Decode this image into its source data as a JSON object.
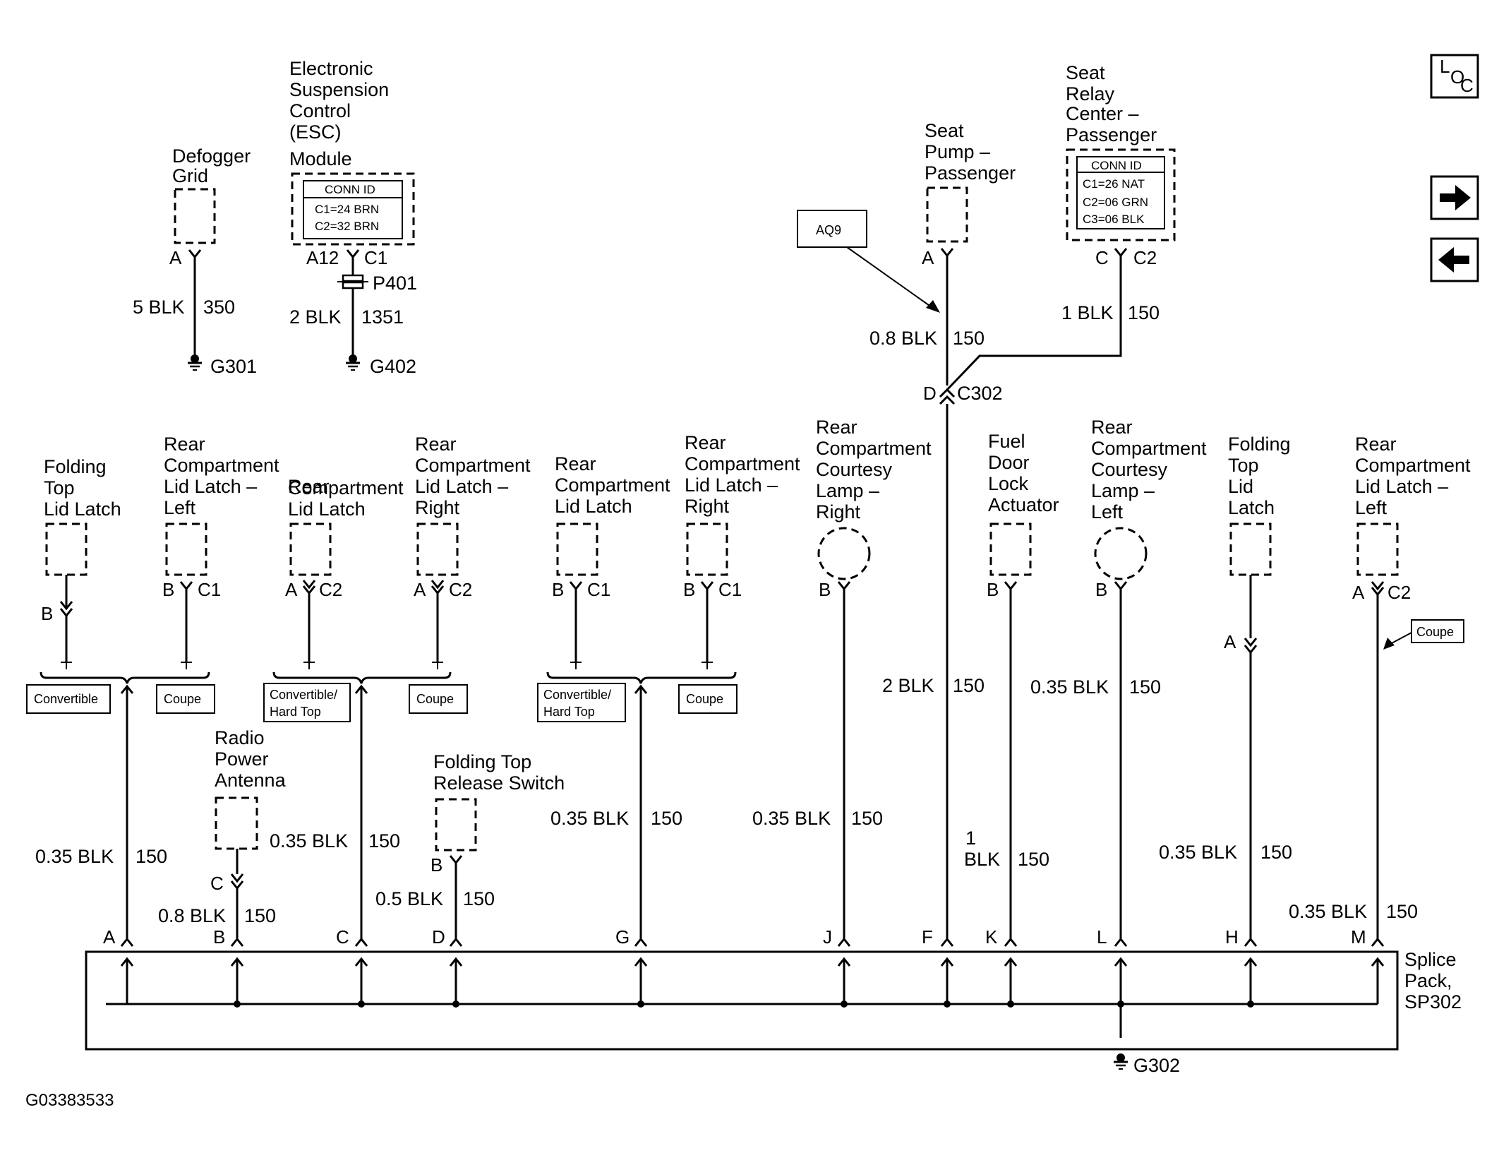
{
  "figure_id": "G03383533",
  "nav": {
    "loc_main": "L",
    "loc_sub1": "O",
    "loc_sub2": "C"
  },
  "defogger": {
    "name": [
      "Defogger",
      "Grid"
    ],
    "pin": "A",
    "wire": "5 BLK",
    "circuit": "350",
    "ground": "G301"
  },
  "esc": {
    "name": [
      "Electronic",
      "Suspension",
      "Control",
      "(ESC)",
      "Module"
    ],
    "conn_title": "CONN ID",
    "c1": "C1=24 BRN",
    "c2": "C2=32 BRN",
    "pin": "A12",
    "conn": "C1",
    "inline": "P401",
    "wire": "2 BLK",
    "circuit": "1351",
    "ground": "G402"
  },
  "aq9": "AQ9",
  "seat_pump": {
    "name": [
      "Seat",
      "Pump –",
      "Passenger"
    ],
    "pin": "A",
    "wire": "0.8 BLK",
    "circuit": "150"
  },
  "seat_relay": {
    "name": [
      "Seat",
      "Relay",
      "Center –",
      "Passenger"
    ],
    "conn_title": "CONN ID",
    "c1": "C1=26 NAT",
    "c2": "C2=06 GRN",
    "c3": "C3=06 BLK",
    "pin": "C",
    "conn": "C2",
    "wire": "1 BLK",
    "circuit": "150"
  },
  "c302": {
    "pin": "D",
    "name": "C302"
  },
  "components": [
    {
      "name": [
        "Folding",
        "Top",
        "Lid Latch"
      ],
      "pin": "B",
      "conn": ""
    },
    {
      "name": [
        "Rear",
        "Compartment",
        "Lid Latch –",
        "Left"
      ],
      "pin": "B",
      "conn": "C1"
    },
    {
      "name": [
        "Rear",
        "Compartment",
        "Lid Latch"
      ],
      "pin": "A",
      "conn": "C2"
    },
    {
      "name": [
        "Rear",
        "Compartment",
        "Lid Latch –",
        "Right"
      ],
      "pin": "A",
      "conn": "C2"
    },
    {
      "name": [
        "Rear",
        "Compartment",
        "Lid Latch"
      ],
      "pin": "B",
      "conn": "C1"
    },
    {
      "name": [
        "Rear",
        "Compartment",
        "Lid Latch –",
        "Right"
      ],
      "pin": "B",
      "conn": "C1"
    },
    {
      "name": [
        "Rear",
        "Compartment",
        "Courtesy",
        "Lamp –",
        "Right"
      ],
      "pin": "B",
      "conn": ""
    },
    {
      "name": [
        "Fuel",
        "Door",
        "Lock",
        "Actuator"
      ],
      "pin": "B",
      "conn": ""
    },
    {
      "name": [
        "Rear",
        "Compartment",
        "Courtesy",
        "Lamp –",
        "Left"
      ],
      "pin": "B",
      "conn": ""
    },
    {
      "name": [
        "Folding",
        "Top",
        "Lid",
        "Latch"
      ],
      "pin": "",
      "conn": ""
    },
    {
      "name": [
        "Rear",
        "Compartment",
        "Lid Latch –",
        "Left"
      ],
      "pin": "A",
      "conn": "C2"
    }
  ],
  "options": {
    "convertible": "Convertible",
    "coupe": "Coupe",
    "conv_hard": [
      "Convertible/",
      "Hard Top"
    ]
  },
  "radio_antenna": {
    "name": [
      "Radio",
      "Power",
      "Antenna"
    ],
    "pin": "C",
    "wire": "0.8 BLK",
    "circuit": "150"
  },
  "folding_switch": {
    "name": [
      "Folding Top",
      "Release Switch"
    ],
    "pin": "B",
    "wire": "0.5 BLK",
    "circuit": "150"
  },
  "folding_latch_pin": "A",
  "wires": [
    {
      "wire": "0.35 BLK",
      "circuit": "150"
    },
    {
      "wire": "0.35 BLK",
      "circuit": "150"
    },
    {
      "wire": "0.35 BLK",
      "circuit": "150"
    },
    {
      "wire": "0.35 BLK",
      "circuit": "150"
    },
    {
      "wire": "2 BLK",
      "circuit": "150"
    },
    {
      "wire": [
        "1",
        "BLK"
      ],
      "circuit": "150"
    },
    {
      "wire": "0.35 BLK",
      "circuit": "150"
    },
    {
      "wire": "0.35 BLK",
      "circuit": "150"
    },
    {
      "wire": "0.35 BLK",
      "circuit": "150"
    }
  ],
  "splice": {
    "name": [
      "Splice",
      "Pack,",
      "SP302"
    ],
    "ground": "G302",
    "pins": [
      "A",
      "B",
      "C",
      "D",
      "G",
      "J",
      "F",
      "K",
      "L",
      "H",
      "M"
    ]
  }
}
